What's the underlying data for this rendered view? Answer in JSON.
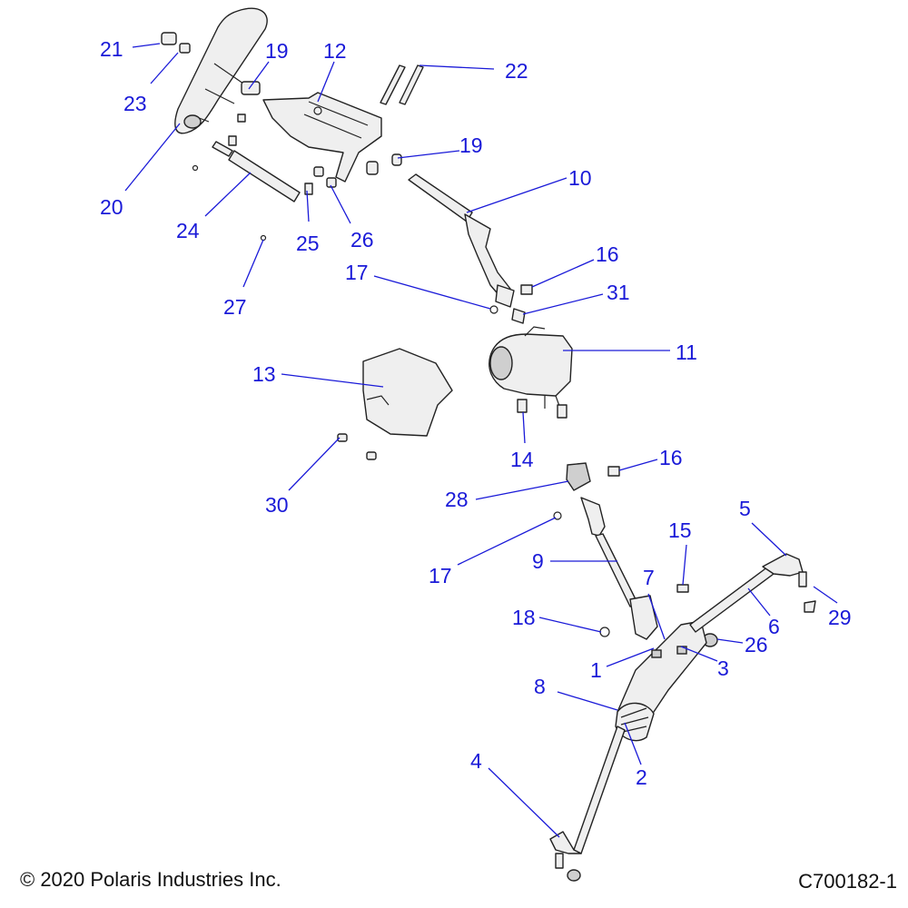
{
  "diagram": {
    "callouts": [
      {
        "id": "c21",
        "label": "21"
      },
      {
        "id": "c23",
        "label": "23"
      },
      {
        "id": "c19a",
        "label": "19"
      },
      {
        "id": "c12",
        "label": "12"
      },
      {
        "id": "c22",
        "label": "22"
      },
      {
        "id": "c20",
        "label": "20"
      },
      {
        "id": "c19b",
        "label": "19"
      },
      {
        "id": "c10",
        "label": "10"
      },
      {
        "id": "c24",
        "label": "24"
      },
      {
        "id": "c25",
        "label": "25"
      },
      {
        "id": "c26a",
        "label": "26"
      },
      {
        "id": "c16a",
        "label": "16"
      },
      {
        "id": "c27",
        "label": "27"
      },
      {
        "id": "c17a",
        "label": "17"
      },
      {
        "id": "c31",
        "label": "31"
      },
      {
        "id": "c11",
        "label": "11"
      },
      {
        "id": "c13",
        "label": "13"
      },
      {
        "id": "c14",
        "label": "14"
      },
      {
        "id": "c16b",
        "label": "16"
      },
      {
        "id": "c30",
        "label": "30"
      },
      {
        "id": "c28",
        "label": "28"
      },
      {
        "id": "c5",
        "label": "5"
      },
      {
        "id": "c15",
        "label": "15"
      },
      {
        "id": "c9",
        "label": "9"
      },
      {
        "id": "c17b",
        "label": "17"
      },
      {
        "id": "c7",
        "label": "7"
      },
      {
        "id": "c29",
        "label": "29"
      },
      {
        "id": "c6",
        "label": "6"
      },
      {
        "id": "c18",
        "label": "18"
      },
      {
        "id": "c26b",
        "label": "26"
      },
      {
        "id": "c1",
        "label": "1"
      },
      {
        "id": "c3",
        "label": "3"
      },
      {
        "id": "c8",
        "label": "8"
      },
      {
        "id": "c2",
        "label": "2"
      },
      {
        "id": "c4",
        "label": "4"
      }
    ]
  },
  "footer": {
    "copyright": "© 2020 Polaris Industries Inc.",
    "drawing_number": "C700182-1"
  },
  "colors": {
    "callout": "#1a1ad8",
    "linework": "#222222",
    "background": "#ffffff"
  }
}
